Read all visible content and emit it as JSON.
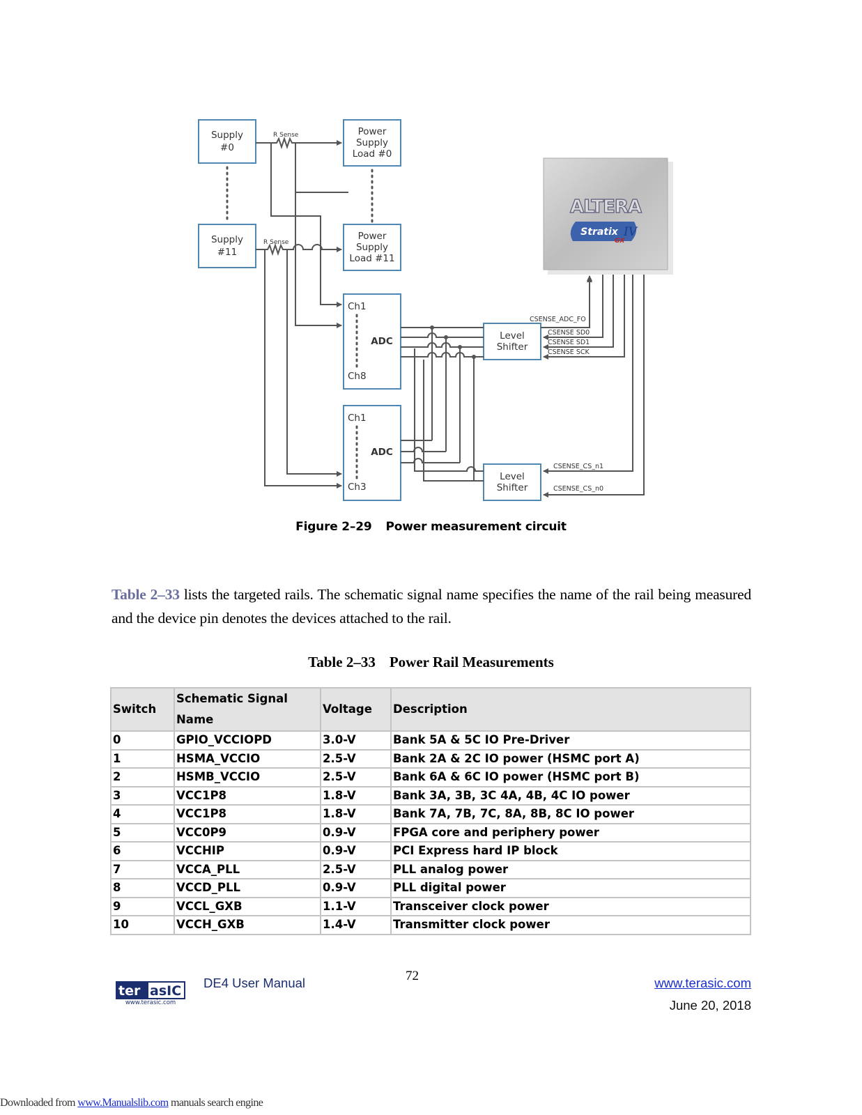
{
  "figure": {
    "caption_number": "Figure 2–29",
    "caption_text": "Power measurement circuit",
    "supply_top": [
      "Supply",
      "#0"
    ],
    "supply_bottom": [
      "Supply",
      "#11"
    ],
    "load_top": [
      "Power",
      "Supply",
      "Load #0"
    ],
    "load_bottom": [
      "Power",
      "Supply",
      "Load #11"
    ],
    "r_sense": "R Sense",
    "adc_label": "ADC",
    "adc1_ch_first": "Ch1",
    "adc1_ch_last": "Ch8",
    "adc2_ch_first": "Ch1",
    "adc2_ch_last": "Ch3",
    "shifter": [
      "Level",
      "Shifter"
    ],
    "chip_brand": "ALTERA",
    "chip_family": "Stratix",
    "chip_series": "IV",
    "chip_variant": "GX",
    "signals_top": [
      "CSENSE_ADC_FO",
      "CSENSE SD0",
      "CSENSE SD1",
      "CSENSE SCK"
    ],
    "signals_bottom": [
      "CSENSE_CS_n1",
      "CSENSE_CS_n0"
    ]
  },
  "paragraph": {
    "ref": "Table 2–33",
    "text": " lists the targeted rails. The schematic signal name specifies the name of the rail being measured and the device pin denotes the devices attached to the rail."
  },
  "table": {
    "number": "Table 2–33",
    "title": "Power Rail Measurements",
    "headers": [
      "Switch",
      "Schematic Signal Name",
      "Voltage",
      "Description"
    ],
    "rows": [
      [
        "0",
        "GPIO_VCCIOPD",
        "3.0-V",
        "Bank 5A & 5C IO Pre-Driver"
      ],
      [
        "1",
        "HSMA_VCCIO",
        "2.5-V",
        "Bank 2A & 2C IO power (HSMC port A)"
      ],
      [
        "2",
        "HSMB_VCCIO",
        "2.5-V",
        "Bank 6A & 6C IO power (HSMC port B)"
      ],
      [
        "3",
        "VCC1P8",
        "1.8-V",
        "Bank 3A, 3B, 3C 4A, 4B, 4C IO power"
      ],
      [
        "4",
        "VCC1P8",
        "1.8-V",
        "Bank 7A, 7B, 7C, 8A, 8B, 8C IO power"
      ],
      [
        "5",
        "VCC0P9",
        "0.9-V",
        "FPGA core and periphery power"
      ],
      [
        "6",
        "VCCHIP",
        "0.9-V",
        "PCI Express hard IP block"
      ],
      [
        "7",
        "VCCA_PLL",
        "2.5-V",
        "PLL analog power"
      ],
      [
        "8",
        "VCCD_PLL",
        "0.9-V",
        "PLL digital power"
      ],
      [
        "9",
        "VCCL_GXB",
        "1.1-V",
        "Transceiver clock power"
      ],
      [
        "10",
        "VCCH_GXB",
        "1.4-V",
        "Transmitter clock power"
      ]
    ]
  },
  "footer": {
    "logo_text": "terasIC",
    "logo_url": "www.terasic.com",
    "manual": "DE4 User Manual",
    "page": "72",
    "url": "www.terasic.com",
    "date": "June 20, 2018"
  },
  "download": {
    "prefix": "Downloaded from ",
    "link": "www.Manualslib.com",
    "suffix": " manuals search engine"
  }
}
